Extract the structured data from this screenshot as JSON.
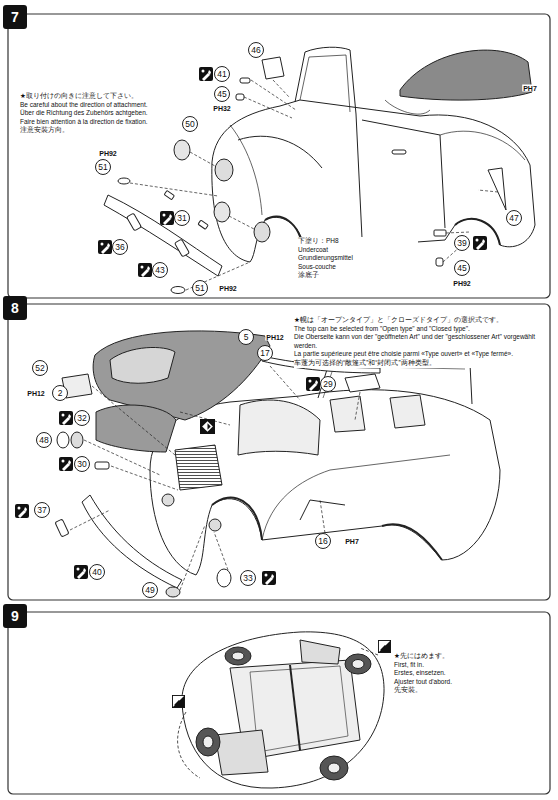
{
  "diagram": {
    "nodes": [
      {
        "text": [
          "7"
        ]
      },
      {
        "text": [
          "8"
        ]
      },
      {
        "text": [
          "9"
        ]
      }
    ],
    "labels": [
      "★取り付けの向きに注意して下さい。",
      "Be careful about the direction of attachment.",
      "Über die Richtung des Zubehörs achtgeben.",
      "Faire bien attention à la direction de fixation.",
      "注意安裝方向。",
      "46",
      "PH7",
      "41",
      "45",
      "PH32",
      "50",
      "PH92",
      "51",
      "31",
      "36",
      "43",
      "51",
      "PH92",
      "47",
      "39",
      "45",
      "PH92",
      "下塗り：PH8",
      "Undercoat",
      "Grundierungsmittel",
      "Sous-couche",
      "涂底子",
      "★幌は「オープンタイプ」と「クローズドタイプ」の選択式です。",
      "The top can be selected from \"Open type\" and \"Closed type\".",
      "Die Oberseite kann von der \"geöffneten Art\" und der \"geschlossener Art\" vorgewählt werden.",
      "La partie supérieure peut être choisie parmi «Type ouvert» et «Type fermé».",
      "车蓬为可选择的“敞篷式”和“封闭式”两种类型。",
      "5",
      "PH12",
      "17",
      "29",
      "52",
      "PH12",
      "2",
      "32",
      "48",
      "30",
      "37",
      "40",
      "49",
      "33",
      "16",
      "PH7",
      "★先にはめます。",
      "First, fit in.",
      "Erstes, einsetzen.",
      "Ajuster tout d'abord.",
      "先安裝。"
    ]
  }
}
